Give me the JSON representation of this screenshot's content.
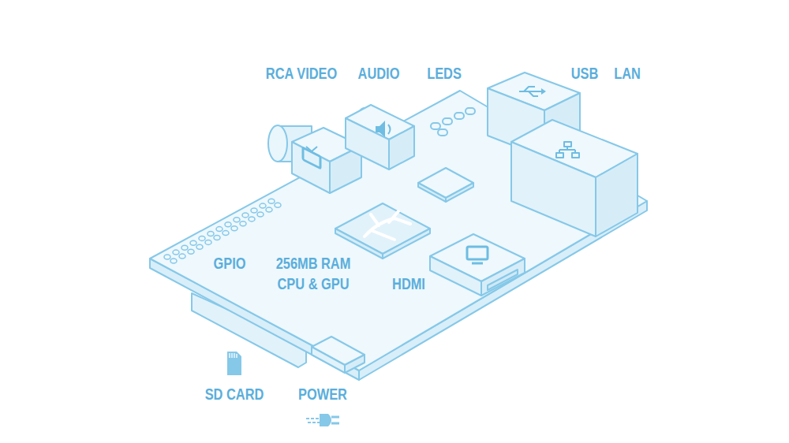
{
  "diagram": {
    "labels": [
      "RCA VIDEO",
      "AUDIO",
      "LEDS",
      "USB",
      "LAN",
      "GPIO",
      "256MB RAM CPU & GPU",
      "HDMI",
      "SD CARD",
      "POWER"
    ]
  }
}
